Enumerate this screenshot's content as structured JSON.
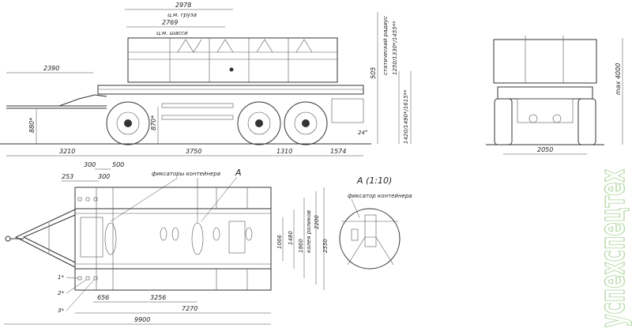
{
  "side_view": {
    "dim_cargo_cg": "2978",
    "label_cargo_cg": "ц.м. груза",
    "dim_chassis_cg": "2769",
    "label_chassis_cg": "ц.м. шасси",
    "dim_drawbar": "2390",
    "dim_coupling_height": "880*",
    "dim_frame_height": "870*",
    "dim_505": "505",
    "label_static_radius": "статический радиус",
    "dim_height_1": "1250/1330*/1455**",
    "dim_height_2": "1420/1490*/1615**",
    "angle": "24°",
    "bottom_dims": [
      "3210",
      "3750",
      "1310",
      "1574"
    ]
  },
  "front_view": {
    "dim_track": "2050",
    "dim_max_height": "max 4000"
  },
  "plan_view": {
    "dim_300a": "300",
    "dim_500": "500",
    "dim_253": "253",
    "dim_300b": "300",
    "label_locks": "фиксаторы контейнера",
    "callout_a": "A",
    "dim_656": "656",
    "dim_3256": "3256",
    "dim_7270": "7270",
    "dim_9900": "9900",
    "dim_1066": "1066",
    "dim_1480": "1480",
    "dim_1860": "1860",
    "label_roller_track": "колея роликов",
    "dim_2200": "2200",
    "dim_2550": "2550",
    "notes": [
      "1*",
      "2*",
      "3*"
    ]
  },
  "detail": {
    "title": "A (1:10)",
    "label_lock": "фиксатор контейнера"
  },
  "watermark": {
    "text": "успехспецтех",
    "color": "#9ccc8a"
  }
}
